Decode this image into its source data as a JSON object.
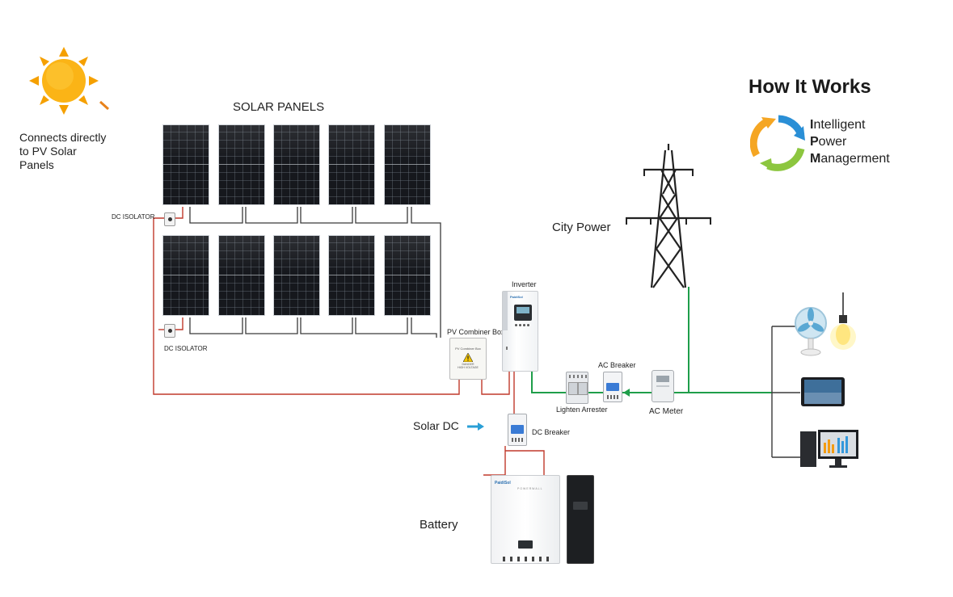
{
  "header": {
    "title": "How It Works",
    "ipm_letters": [
      "I",
      "P",
      "M"
    ],
    "ipm_rest": [
      "ntelligent",
      "ower",
      "anagerment"
    ]
  },
  "sun": {
    "caption_lines": [
      "Connects directly",
      "to PV Solar",
      "Panels"
    ]
  },
  "labels": {
    "solar_panels": "SOLAR PANELS",
    "dc_isolator_top": "DC ISOLATOR",
    "dc_isolator_bottom": "DC ISOLATOR",
    "city_power": "City Power",
    "inverter": "Inverter",
    "pv_combiner_box": "PV Combiner Box",
    "ac_breaker": "AC Breaker",
    "lighten_arrester": "Lighten Arrester",
    "ac_meter": "AC Meter",
    "solar_dc": "Solar DC",
    "dc_breaker": "DC Breaker",
    "battery": "Battery"
  },
  "device_text": {
    "inverter_brand": "PaidiSol",
    "battery_brand": "PaidiSol",
    "battery_model": "POWERWALL",
    "combiner_title": "PV Combiner Box",
    "combiner_warning_1": "DANGER",
    "combiner_warning_2": "HIGH VOLTAGE"
  },
  "colors": {
    "dc_wire": "#c0392b",
    "ac_wire": "#1f9e4a",
    "wire_dark": "#3a3a3a",
    "solar_dc_arrow": "#2a9fd6",
    "cycle_orange": "#f5a623",
    "cycle_blue": "#2a8fd6",
    "cycle_green": "#8cc63f"
  }
}
